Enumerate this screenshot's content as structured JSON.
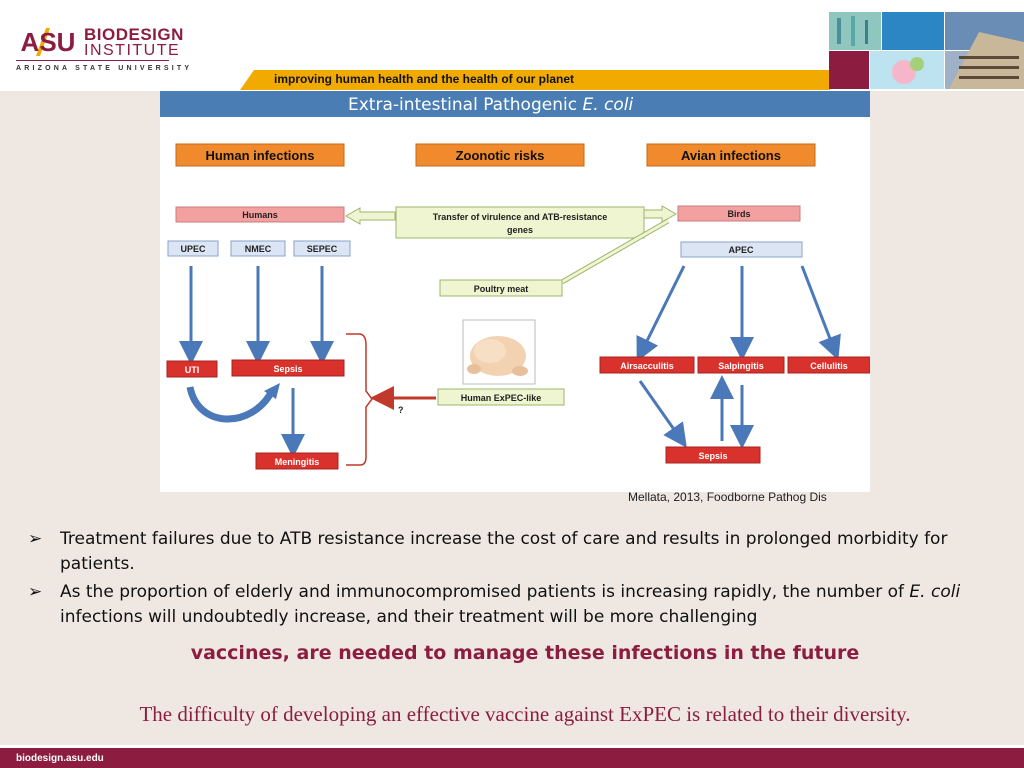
{
  "header": {
    "logo_text": "ASU",
    "logo_line1": "BIODESIGN",
    "logo_line2": "INSTITUTE",
    "university": "ARIZONA STATE UNIVERSITY",
    "tagline": "improving human health and the health of our planet"
  },
  "figure": {
    "title": "Extra-intestinal Pathogenic ",
    "title_italic": "E. coli",
    "categories": {
      "human": "Human infections",
      "zoonotic": "Zoonotic risks",
      "avian": "Avian infections"
    },
    "humans": "Humans",
    "transfer_line1": "Transfer of virulence and ATB-resistance",
    "transfer_line2": "genes",
    "birds": "Birds",
    "upec": "UPEC",
    "nmec": "NMEC",
    "sepec": "SEPEC",
    "apec": "APEC",
    "poultry_meat": "Poultry meat",
    "uti": "UTI",
    "sepsis_human": "Sepsis",
    "meningitis": "Meningitis",
    "human_expec_like": "Human ExPEC-like",
    "question_mark": "?",
    "airsacculitis": "Airsacculitis",
    "salpingitis": "Salpingitis",
    "cellulitis": "Cellulitis",
    "sepsis_avian": "Sepsis"
  },
  "citation": "Mellata, 2013, Foodborne Pathog Dis",
  "bullets": [
    {
      "marker": "➢",
      "text": "Treatment failures due to ATB resistance increase the cost of care and results in prolonged morbidity for patients."
    },
    {
      "marker": "➢",
      "text_before": "As the proportion of elderly and immunocompromised patients is increasing rapidly, the number of ",
      "text_italic": "E. coli",
      "text_after": " infections will undoubtedly increase, and their treatment will be more challenging"
    }
  ],
  "callout": "vaccines, are needed to manage these infections in the future",
  "conclusion": "The difficulty of developing an effective vaccine against ExPEC is related to their diversity.",
  "footer": {
    "url": "biodesign.asu.edu"
  },
  "colors": {
    "maroon": "#8c1d40",
    "gold": "#f1ab00",
    "orange_header": "#f08a2c",
    "red_box": "#d9312b",
    "pink_box": "#f2a0a0",
    "blue_arrow": "#4a78b8",
    "green_box": "#eef5d0"
  }
}
